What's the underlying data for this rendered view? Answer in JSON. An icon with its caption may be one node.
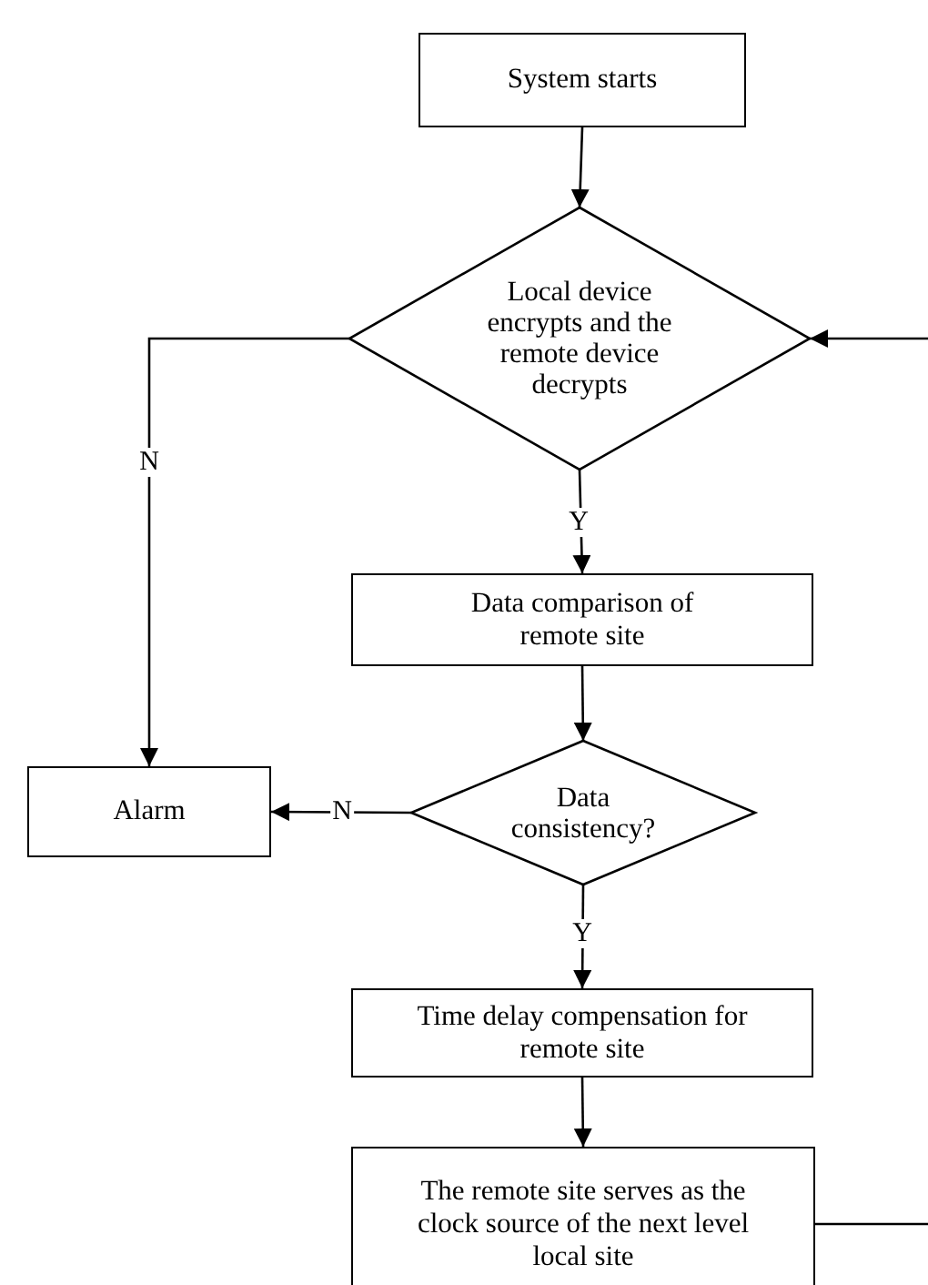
{
  "diagram": {
    "nodes": [
      {
        "text": [
          "System starts"
        ]
      },
      {
        "text": [
          "Local device encrypts and the remote device decrypts"
        ]
      },
      {
        "text": [
          "Data comparison of remote site"
        ]
      },
      {
        "text": [
          "Alarm"
        ]
      },
      {
        "text": [
          "Data consistency?"
        ]
      },
      {
        "text": [
          "Time delay compensation for remote site"
        ]
      },
      {
        "text": [
          "The remote site serves as the clock source of the next level local site"
        ]
      }
    ],
    "edges": [
      {
        "from": 0,
        "to": 1,
        "arrow": "to"
      },
      {
        "from": 1,
        "to": 3,
        "arrow": "to",
        "label": "N"
      },
      {
        "from": 1,
        "to": 2,
        "arrow": "to",
        "label": "Y"
      },
      {
        "from": 2,
        "to": 4,
        "arrow": "to"
      },
      {
        "from": 4,
        "to": 3,
        "arrow": "to",
        "label": "N"
      },
      {
        "from": 4,
        "to": 5,
        "arrow": "to",
        "label": "Y"
      },
      {
        "from": 5,
        "to": 6,
        "arrow": "to"
      },
      {
        "from": 6,
        "to": 1,
        "arrow": "to"
      }
    ]
  }
}
